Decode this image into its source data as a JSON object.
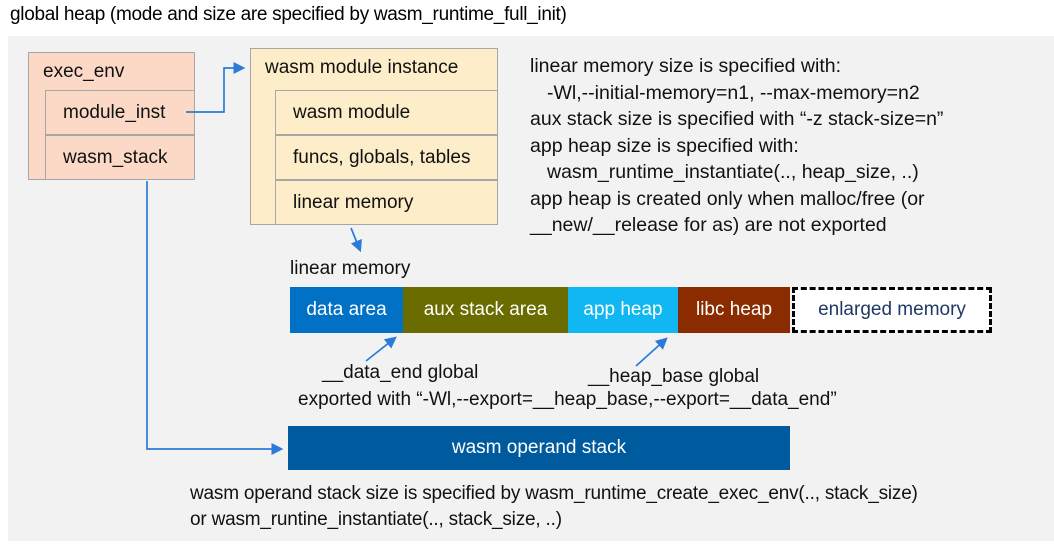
{
  "title": "global heap (mode and size are specified by wasm_runtime_full_init)",
  "exec_env": {
    "label": "exec_env",
    "module_inst": "module_inst",
    "wasm_stack": "wasm_stack"
  },
  "module_instance": {
    "label": "wasm module instance",
    "rows": [
      "wasm module",
      "funcs, globals, tables",
      "linear memory"
    ]
  },
  "info": {
    "lines": [
      "linear memory size is specified with:",
      "-Wl,--initial-memory=n1, --max-memory=n2",
      "aux stack size is specified with “-z stack-size=n”",
      "app heap size is specified with:",
      "wasm_runtime_instantiate(.., heap_size, ..)",
      "app heap is created only when malloc/free (or",
      "__new/__release for as) are not exported"
    ]
  },
  "linear_memory": {
    "label": "linear memory",
    "segments": [
      {
        "label": "data area",
        "color": "#0071c5",
        "text_color": "#ffffff"
      },
      {
        "label": "aux stack area",
        "color": "#6a6c00",
        "text_color": "#ffffff"
      },
      {
        "label": "app heap",
        "color": "#10b7f2",
        "text_color": "#ffffff"
      },
      {
        "label": "libc heap",
        "color": "#8a2b00",
        "text_color": "#ffffff"
      },
      {
        "label": "enlarged memory",
        "color": "#ffffff",
        "text_color": "#1f3864"
      }
    ],
    "data_end_label": "__data_end global",
    "heap_base_label": "__heap_base global",
    "export_note": "exported with “-Wl,--export=__heap_base,--export=__data_end”"
  },
  "operand_stack": {
    "label": "wasm operand stack",
    "note_line1": "wasm operand stack size is specified by wasm_runtime_create_exec_env(.., stack_size)",
    "note_line2": "or wasm_runtine_instantiate(.., stack_size, ..)"
  },
  "colors": {
    "panel_background": "#f2f2f2",
    "exec_env_fill": "#fbd9c6",
    "module_instance_fill": "#fdedc8",
    "box_border": "#a6a6a6",
    "connector": "#2b7bd9",
    "operand_stack_fill": "#005a9e",
    "enlarged_memory_text": "#1f3864"
  }
}
